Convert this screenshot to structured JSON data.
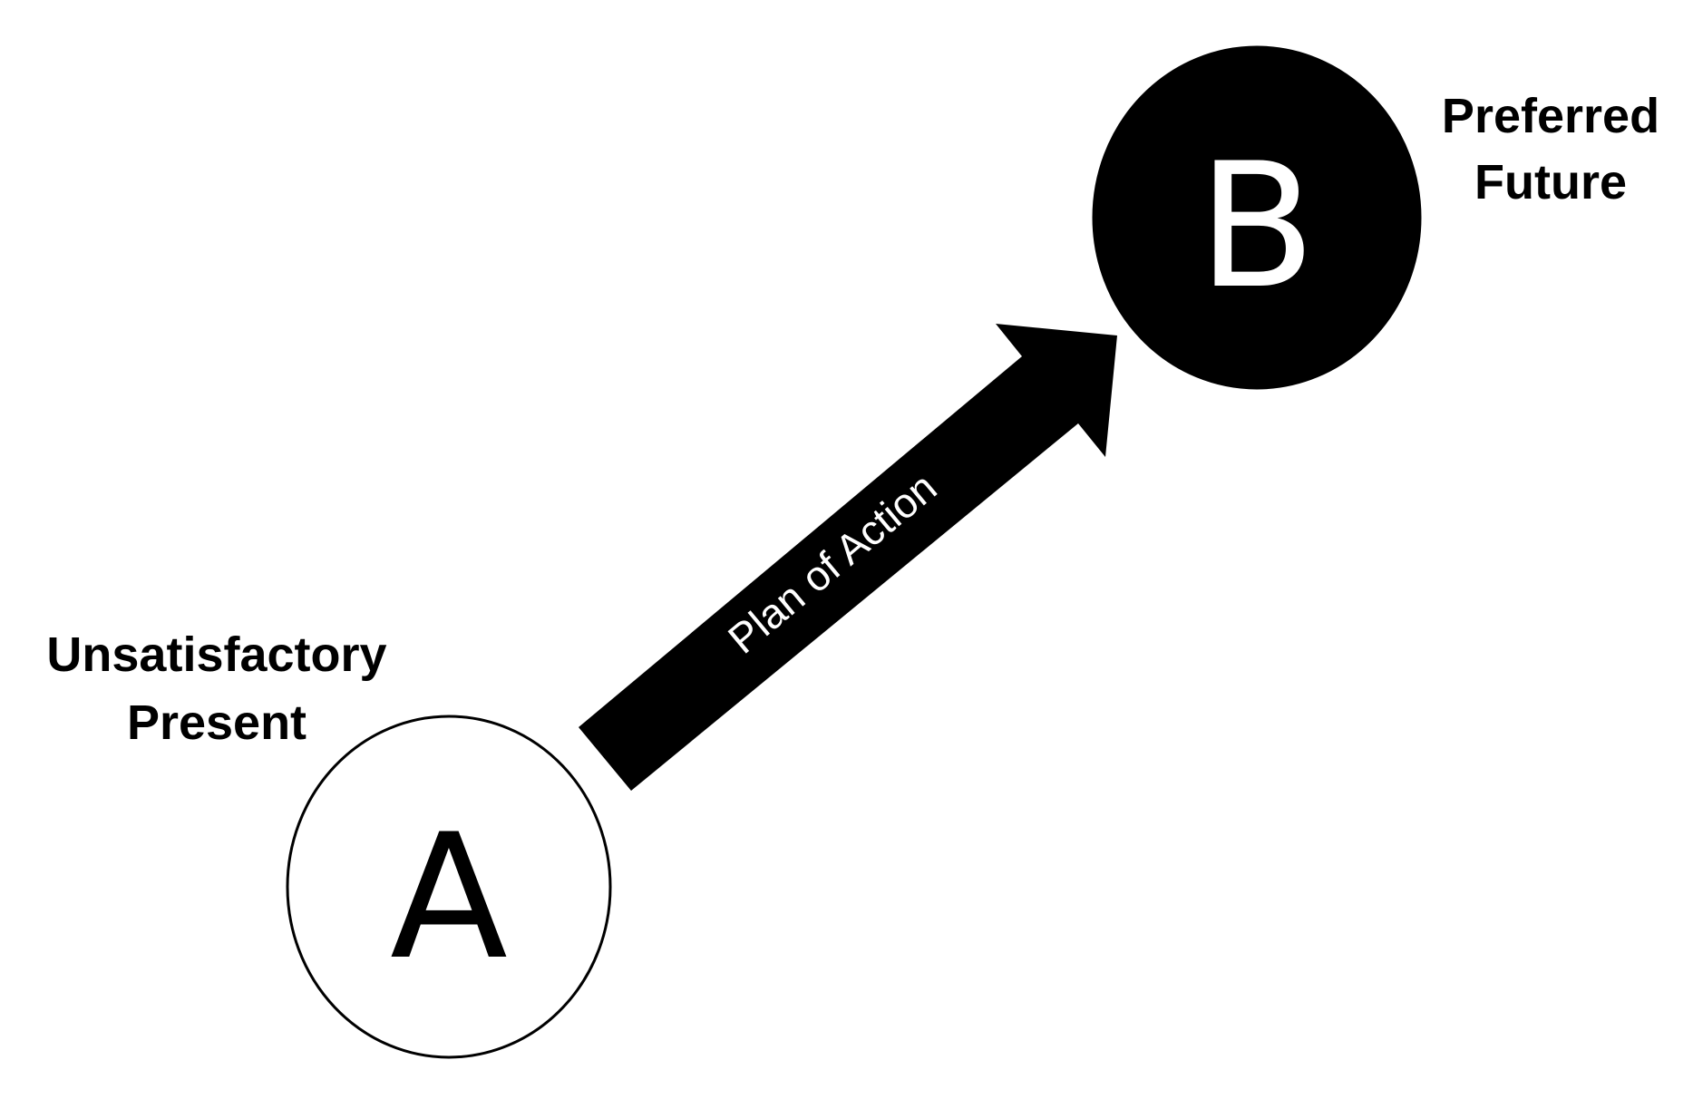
{
  "nodes": {
    "a": {
      "letter": "A",
      "label_line1": "Unsatisfactory",
      "label_line2": "Present"
    },
    "b": {
      "letter": "B",
      "label_line1": "Preferred",
      "label_line2": "Future"
    }
  },
  "arrow": {
    "label": "Plan of Action"
  },
  "colors": {
    "background": "#ffffff",
    "ink": "#000000",
    "circle_a_fill": "#ffffff",
    "circle_b_fill": "#000000"
  }
}
